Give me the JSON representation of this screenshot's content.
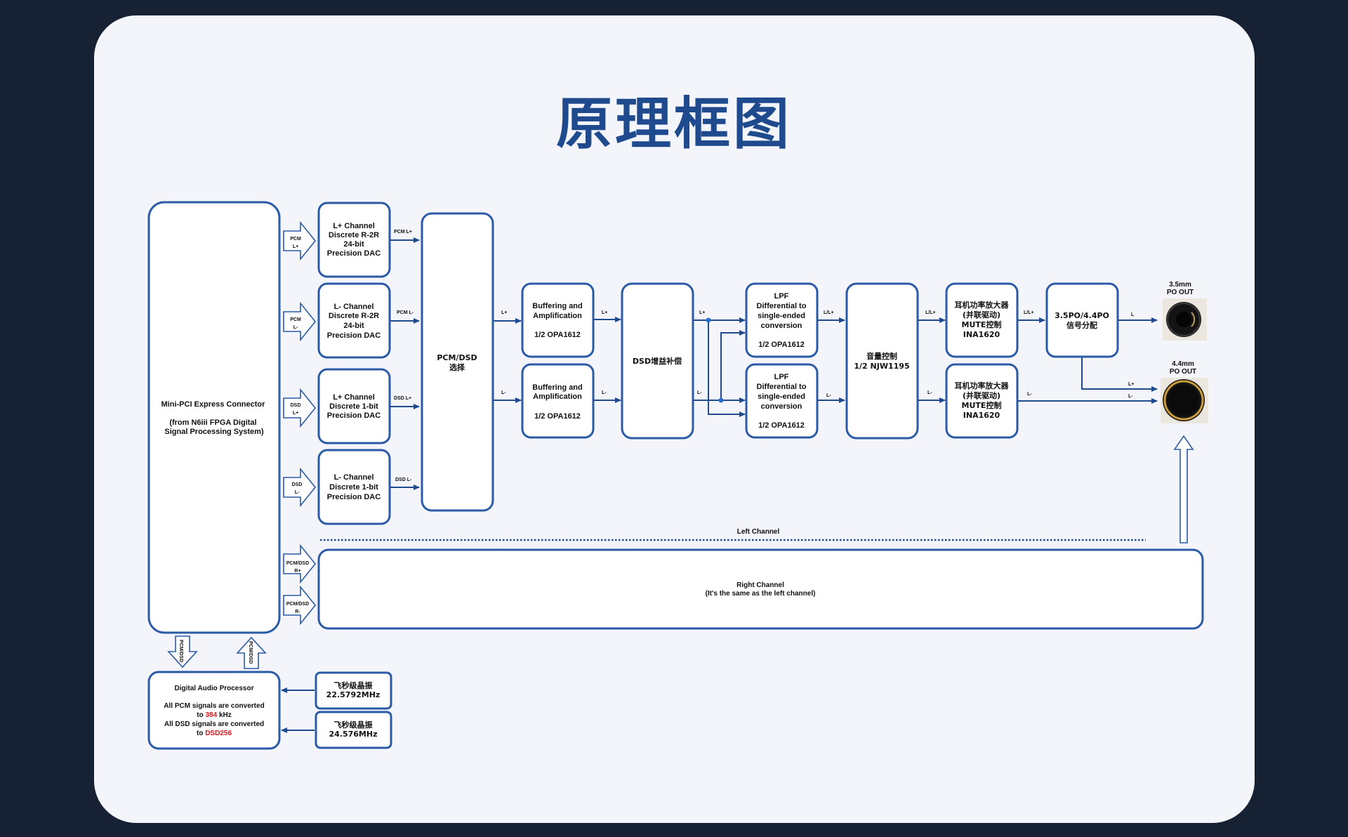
{
  "title": "原理框图",
  "connector": [
    "Mini-PCI Express Connector",
    "",
    "(from N6iii FPGA Digital",
    "Signal Processing System)"
  ],
  "dacs": [
    {
      "lines": [
        "L+ Channel",
        "Discrete R-2R",
        "24-bit",
        "Precision DAC"
      ],
      "in_label": [
        "PCM",
        "L+"
      ],
      "out_label": "PCM L+"
    },
    {
      "lines": [
        "L- Channel",
        "Discrete R-2R",
        "24-bit",
        "Precision DAC"
      ],
      "in_label": [
        "PCM",
        "L-"
      ],
      "out_label": "PCM L-"
    },
    {
      "lines": [
        "L+ Channel",
        "Discrete 1-bit",
        "Precision DAC"
      ],
      "in_label": [
        "DSD",
        "L+"
      ],
      "out_label": "DSD L+"
    },
    {
      "lines": [
        "L- Channel",
        "Discrete 1-bit",
        "Precision DAC"
      ],
      "in_label": [
        "DSD",
        "L-"
      ],
      "out_label": "DSD L-"
    }
  ],
  "selector": [
    "PCM/DSD",
    "选择"
  ],
  "buffers": [
    {
      "lines": [
        "Buffering and",
        "Amplification",
        "",
        "1/2 OPA1612"
      ]
    },
    {
      "lines": [
        "Buffering and",
        "Amplification",
        "",
        "1/2 OPA1612"
      ]
    }
  ],
  "dsd_comp": "DSD增益补偿",
  "lpfs": [
    {
      "lines": [
        "LPF",
        "Differential to",
        "single-ended",
        "conversion",
        "",
        "1/2 OPA1612"
      ]
    },
    {
      "lines": [
        "LPF",
        "Differential to",
        "single-ended",
        "conversion",
        "",
        "1/2 OPA1612"
      ]
    }
  ],
  "volume": [
    "音量控制",
    "1/2 NJW1195"
  ],
  "amps": [
    {
      "lines": [
        "耳机功率放大器",
        "(并联驱动)",
        "MUTE控制",
        "INA1620"
      ]
    },
    {
      "lines": [
        "耳机功率放大器",
        "(并联驱动)",
        "MUTE控制",
        "INA1620"
      ]
    }
  ],
  "distrib": [
    "3.5PO/4.4PO",
    "信号分配"
  ],
  "outputs": [
    {
      "label": [
        "3.5mm",
        "PO OUT"
      ]
    },
    {
      "label": [
        "4.4mm",
        "PO OUT"
      ]
    }
  ],
  "wire_labels": {
    "sel_out_p": "L+",
    "sel_out_m": "L-",
    "buf_out_p": "L+",
    "buf_out_m": "L-",
    "comp_out_p": "L+",
    "comp_out_m": "L-",
    "lpf_out_p": "L/L+",
    "lpf_out_m": "L-",
    "vol_out_p": "L/L+",
    "vol_out_m": "L-",
    "amp_out_p": "L/L+",
    "amp_out_m": "L-",
    "dist_out_l": "L",
    "dist_out_p": "L+",
    "dist_out_m": "L-"
  },
  "left_channel": "Left Channel",
  "right_channel": [
    "Right Channel",
    "(It's the same as the left channel)"
  ],
  "right_inputs": [
    [
      "PCM/DSD",
      "R+"
    ],
    [
      "PCM/DSD",
      "R-"
    ]
  ],
  "vertical_arrows": [
    "PCM/DSD",
    "PCM/DSD"
  ],
  "dap": {
    "title": "Digital Audio Processor",
    "pcm_pre": "All PCM signals are converted",
    "pcm_to": "to ",
    "pcm_val": "384",
    "pcm_unit": " kHz",
    "dsd_pre": "All DSD signals are converted",
    "dsd_to": "to ",
    "dsd_val": "DSD256"
  },
  "oscillators": [
    {
      "lines": [
        "飞秒级晶振",
        "22.5792MHz"
      ]
    },
    {
      "lines": [
        "飞秒级晶振",
        "24.576MHz"
      ]
    }
  ],
  "colors": {
    "line": "#1f4a8e",
    "box": "#2b5aa6",
    "highlight": "#e0141b",
    "gold": "#c89b3c"
  }
}
